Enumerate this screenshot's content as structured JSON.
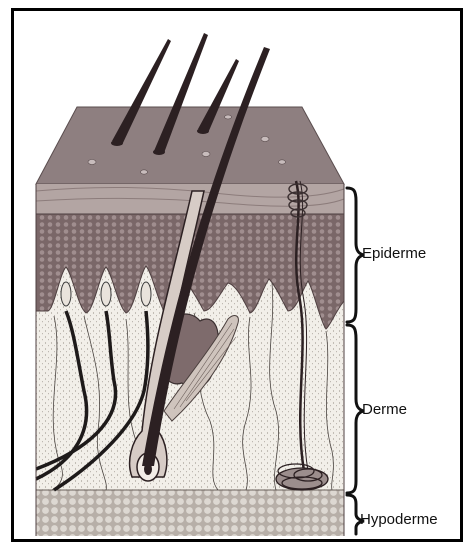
{
  "diagram": {
    "labels": {
      "epidermis": "Epiderme",
      "dermis": "Derme",
      "hypodermis": "Hypoderme"
    }
  },
  "colors": {
    "surface_top": "#8e7f80",
    "epidermis": "#7a6768",
    "dermis": "#f2efe9",
    "hypodermis": "#c9c3bd",
    "hair": "#2c2022",
    "gland": "#6e5c5e",
    "line": "#3a3a3a"
  }
}
